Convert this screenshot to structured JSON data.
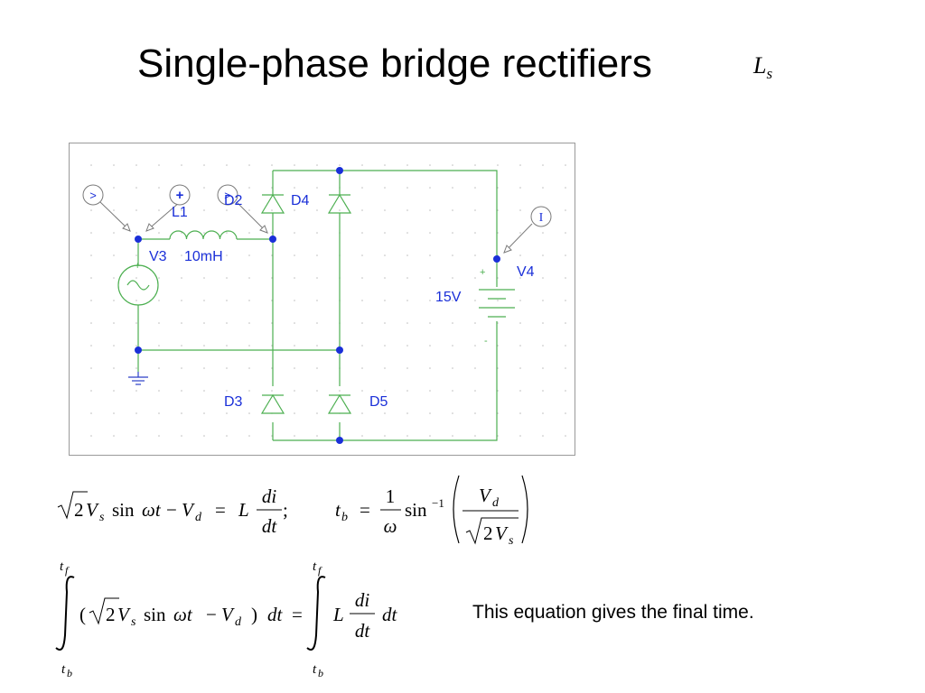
{
  "slide": {
    "title": "Single-phase bridge rectifiers",
    "title_symbol": {
      "base": "L",
      "sub": "s"
    },
    "caption": "This equation gives the final time."
  },
  "schematic": {
    "probe_voltage": ">",
    "probe_plus": "+",
    "probe_current": "I",
    "labels": {
      "L1": "L1",
      "L1_value": "10mH",
      "V3": "V3",
      "V3_plus": "+",
      "V3_minus": "-",
      "D2": "D2",
      "D3": "D3",
      "D4": "D4",
      "D5": "D5",
      "V4": "V4",
      "V4_value": "15V",
      "V4_plus": "+",
      "V4_minus": "-"
    },
    "colors": {
      "wire": "#4caf50",
      "label": "#1a2fd8",
      "frame": "#9a9a9a",
      "grid_dot": "#bbbbbb"
    }
  },
  "equations": {
    "eq1": {
      "sqrt2": "2",
      "V": "V",
      "s": "s",
      "sin": "sin",
      "omega_t": "ωt",
      "minus": "−",
      "Vd": "V",
      "d": "d",
      "equals": "=",
      "L": "L",
      "di": "di",
      "dt": "dt",
      "semicolon": ";"
    },
    "eq2": {
      "tb": "t",
      "b": "b",
      "equals": "=",
      "one": "1",
      "omega": "ω",
      "sin": "sin",
      "inv": "−1",
      "Vd": "V",
      "d": "d",
      "sqrt2": "2",
      "Vs": "V",
      "s": "s"
    },
    "eq3": {
      "upper": "t",
      "f": "f",
      "lower": "t",
      "b": "b",
      "lparen": "(",
      "sqrt2": "2",
      "V": "V",
      "s": "s",
      "sin": "sin",
      "omega_t": "ωt",
      "minus": "−",
      "Vd": "V",
      "d": "d",
      "rparen": ")",
      "dt": "dt",
      "equals": "=",
      "L": "L",
      "di": "di",
      "dt2": "dt",
      "dt3": "dt"
    }
  }
}
